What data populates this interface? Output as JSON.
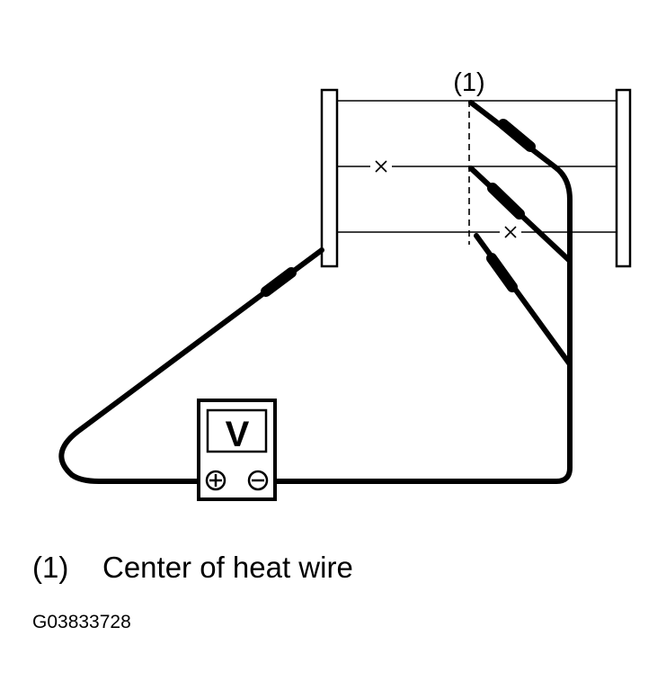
{
  "diagram": {
    "point_label": "(1)",
    "meter_label": "V",
    "plus_symbol": "+",
    "minus_symbol": "−",
    "break_mark": "×"
  },
  "legend": {
    "number": "(1)",
    "text": "Center of heat wire"
  },
  "figure_code": "G03833728",
  "colors": {
    "line": "#000000",
    "background": "#ffffff"
  }
}
